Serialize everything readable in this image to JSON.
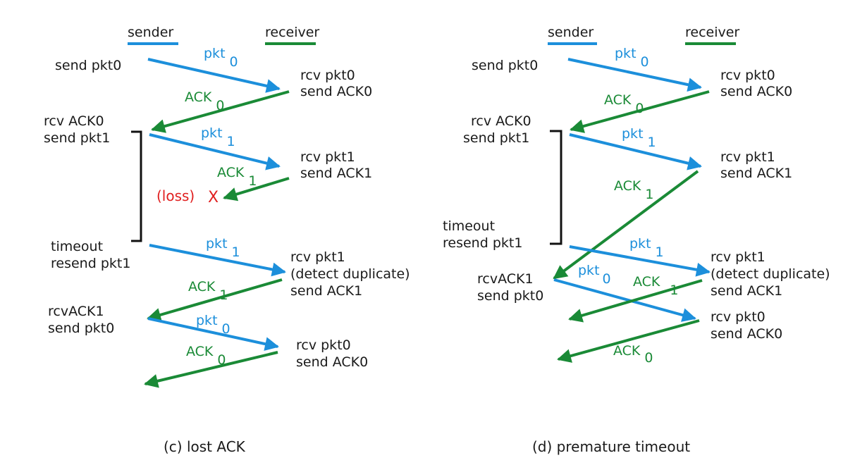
{
  "colors": {
    "sender": "#1c8fdb",
    "receiver": "#1a8a36",
    "loss": "#e02020",
    "bracket": "#111111"
  },
  "legend": {
    "sender": "sender",
    "receiver": "receiver"
  },
  "panels": [
    {
      "id": "c",
      "caption": "(c) lost ACK",
      "sender_labels": [
        {
          "lines": [
            "send pkt0"
          ]
        },
        {
          "lines": [
            "rcv ACK0",
            "send pkt1"
          ]
        },
        {
          "lines": [
            "timeout",
            "resend pkt1"
          ]
        },
        {
          "lines": [
            "rcvACK1",
            "send pkt0"
          ]
        }
      ],
      "receiver_labels": [
        {
          "lines": [
            "rcv pkt0",
            "send ACK0"
          ]
        },
        {
          "lines": [
            "rcv pkt1",
            "send ACK1"
          ]
        },
        {
          "lines": [
            "rcv pkt1",
            "(detect duplicate)",
            "send ACK1"
          ]
        },
        {
          "lines": [
            "rcv pkt0",
            "send ACK0"
          ]
        }
      ],
      "messages": [
        {
          "kind": "pkt",
          "seq": "0"
        },
        {
          "kind": "ACK",
          "seq": "0"
        },
        {
          "kind": "pkt",
          "seq": "1"
        },
        {
          "kind": "ACK",
          "seq": "1"
        },
        {
          "kind": "pkt",
          "seq": "1"
        },
        {
          "kind": "ACK",
          "seq": "1"
        },
        {
          "kind": "pkt",
          "seq": "0"
        },
        {
          "kind": "ACK",
          "seq": "0"
        }
      ],
      "loss_label": "(loss)",
      "loss_mark": "X"
    },
    {
      "id": "d",
      "caption": "(d) premature timeout",
      "sender_labels": [
        {
          "lines": [
            "send pkt0"
          ]
        },
        {
          "lines": [
            "rcv ACK0",
            "send pkt1"
          ]
        },
        {
          "lines": [
            "timeout",
            "resend pkt1"
          ]
        },
        {
          "lines": [
            "rcvACK1",
            "send pkt0"
          ]
        }
      ],
      "receiver_labels": [
        {
          "lines": [
            "rcv pkt0",
            "send ACK0"
          ]
        },
        {
          "lines": [
            "rcv pkt1",
            "send ACK1"
          ]
        },
        {
          "lines": [
            "rcv pkt1",
            "(detect duplicate)",
            "send ACK1"
          ]
        },
        {
          "lines": [
            "rcv pkt0",
            "send ACK0"
          ]
        }
      ],
      "messages": [
        {
          "kind": "pkt",
          "seq": "0"
        },
        {
          "kind": "ACK",
          "seq": "0"
        },
        {
          "kind": "pkt",
          "seq": "1"
        },
        {
          "kind": "ACK",
          "seq": "1"
        },
        {
          "kind": "pkt",
          "seq": "1"
        },
        {
          "kind": "pkt",
          "seq": "0"
        },
        {
          "kind": "ACK",
          "seq": "1"
        },
        {
          "kind": "ACK",
          "seq": "0"
        }
      ]
    }
  ]
}
